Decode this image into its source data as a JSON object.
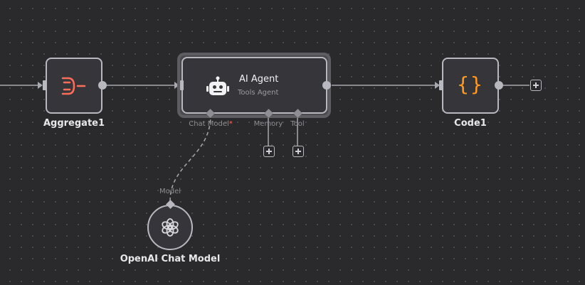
{
  "nodes": {
    "aggregate": {
      "label": "Aggregate1",
      "icon": "aggregate-icon",
      "icon_color": "#ff6d5a"
    },
    "agent": {
      "title": "AI Agent",
      "subtitle": "Tools Agent",
      "icon": "robot-icon",
      "ports": {
        "chat_model": "Chat Model",
        "required_mark": "*",
        "memory": "Memory",
        "tool": "Tool"
      }
    },
    "code": {
      "label": "Code1",
      "icon": "code-braces-icon",
      "icon_glyph": "{}",
      "icon_color": "#ff9922"
    },
    "openai": {
      "label": "OpenAI Chat Model",
      "icon": "openai-icon",
      "port_label": "Model"
    }
  },
  "colors": {
    "canvas": "#2a2a2c",
    "node_fill": "#36363a",
    "node_border": "#b8b8c0",
    "connection": "#a8a8b0"
  }
}
